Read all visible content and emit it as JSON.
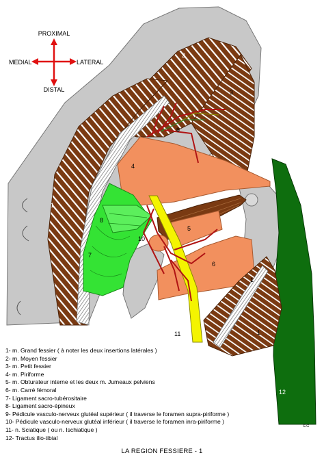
{
  "orientation": {
    "proximal": "PROXIMAL",
    "medial": "MEDIAL",
    "lateral": "LATERAL",
    "distal": "DISTAL",
    "arrow_color": "#e01010"
  },
  "numbers": {
    "n1a": "1",
    "n1b": "1",
    "n1c": "1",
    "n2": "2",
    "n3": "3",
    "n4": "4",
    "n5": "5",
    "n6": "6",
    "n7": "7",
    "n8": "8",
    "n9": "9",
    "n10": "10",
    "n11": "11",
    "n12": "12"
  },
  "legend": [
    "1- m. Grand fessier ( à noter les deux insertions latérales )",
    "2- m. Moyen fessier",
    "3- m. Petit fessier",
    "4- m. Piriforme",
    "5- m. Obturateur interne et les deux  m. Jumeaux pelviens",
    "6- m. Carré fémoral",
    "7- Ligament sacro-tubérositaire",
    "8- Ligament sacro-épineux",
    "9- Pédicule vasculo-nerveux glutéal supérieur ( il traverse le foramen supra-piriforme )",
    "10- Pédicule vasculo-nerveux glutéal inférieur ( il traverse le foramen inra-piriforme )",
    "11- n. Sciatique ( ou n. Ischiatique )",
    "12- Tractus ilio-tibial"
  ],
  "caption": "LA REGION FESSIERE - 1",
  "signature": "G.G",
  "colors": {
    "bone": "#c8c8c8",
    "gluteus_muscle": "#7a3a12",
    "piriformis": "#f2905e",
    "ligament": "#34e334",
    "sciatic_nerve": "#f4f400",
    "vessels": "#b01414",
    "tract": "#0e6e0e"
  }
}
